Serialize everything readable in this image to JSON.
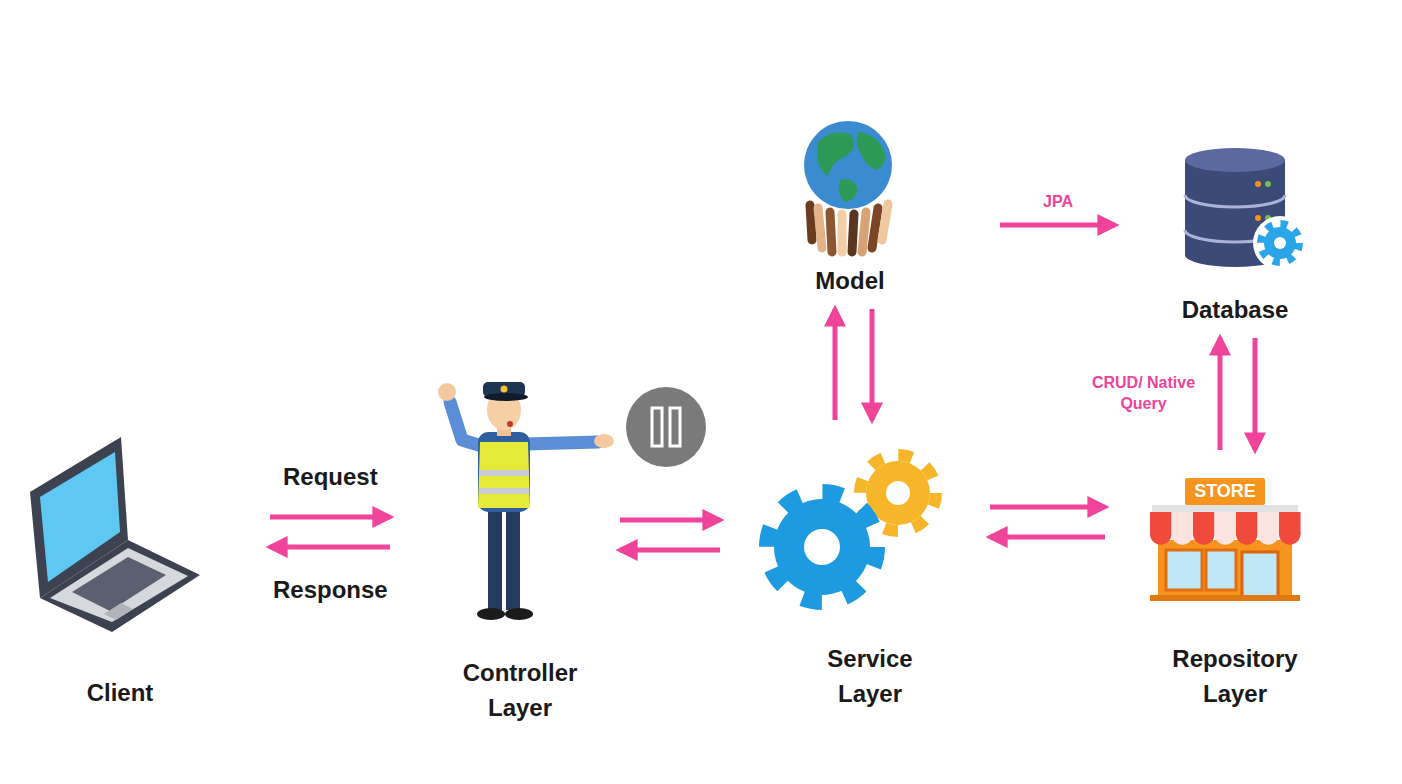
{
  "diagram": {
    "nodes": [
      {
        "text": [
          "Client"
        ]
      },
      {
        "text": [
          "Controller Layer"
        ]
      },
      {
        "text": [
          "Service Layer"
        ]
      },
      {
        "text": [
          "Model"
        ]
      },
      {
        "text": [
          "Repository Layer"
        ]
      },
      {
        "text": [
          "Database"
        ]
      }
    ],
    "edges": [
      {
        "from": 0,
        "to": 1,
        "arrow": "to",
        "label": "Request"
      },
      {
        "from": 1,
        "to": 0,
        "arrow": "to",
        "label": "Response"
      },
      {
        "from": 1,
        "to": 2,
        "arrow": "to"
      },
      {
        "from": 2,
        "to": 1,
        "arrow": "to"
      },
      {
        "from": 2,
        "to": 3,
        "arrow": "to"
      },
      {
        "from": 3,
        "to": 2,
        "arrow": "to"
      },
      {
        "from": 2,
        "to": 4,
        "arrow": "to"
      },
      {
        "from": 4,
        "to": 2,
        "arrow": "to"
      },
      {
        "from": 4,
        "to": 5,
        "arrow": "to",
        "label": "CRUD/ Native Query"
      },
      {
        "from": 5,
        "to": 4,
        "arrow": "to"
      },
      {
        "from": 3,
        "to": 5,
        "arrow": "to",
        "label": "JPA"
      }
    ],
    "labels": [
      "STORE"
    ]
  }
}
